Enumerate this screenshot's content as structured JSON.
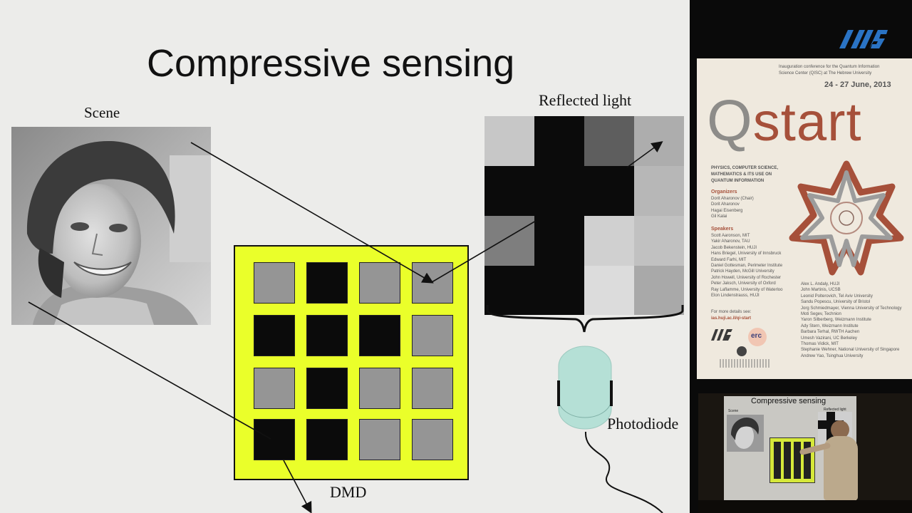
{
  "slide": {
    "title": "Compressive sensing",
    "scene_label": "Scene",
    "reflected_label": "Reflected light",
    "photodiode_label": "Photodiode",
    "dmd_label": "DMD",
    "dmd_pattern": [
      [
        "gray",
        "black",
        "gray",
        "gray"
      ],
      [
        "black",
        "black",
        "black",
        "gray"
      ],
      [
        "gray",
        "black",
        "gray",
        "gray"
      ],
      [
        "black",
        "black",
        "gray",
        "gray"
      ]
    ],
    "colors": {
      "dmd_background": "#eaff2a",
      "photodiode": "#b5e0d6",
      "cell_black": "#0b0b0b",
      "cell_gray": "#959595"
    }
  },
  "poster": {
    "tagline_1": "Inauguration conference for the Quantum Information",
    "tagline_2": "Science Center (QISC) at The Hebrew University",
    "dates": "24 - 27 June, 2013",
    "brand": "Qstart",
    "topics": [
      "PHYSICS, COMPUTER SCIENCE,",
      "MATHEMATICS & ITS USE ON",
      "QUANTUM INFORMATION"
    ],
    "organizers_heading": "Organizers",
    "organizers": [
      "Dorit Aharonov (Chair)",
      "Dorit Aharonov",
      "Hagai Eisenberg",
      "Gil Kalai"
    ],
    "speakers_heading": "Speakers",
    "speakers_left": [
      "Scott Aaronson, MIT",
      "Yakir Aharonov, TAU",
      "Jacob Bekenstein, HUJI",
      "Hans Briegel, University of Innsbruck",
      "Edward Farhi, MIT",
      "Daniel Gottesman, Perimeter Institute",
      "Patrick Hayden, McGill University",
      "John Howell, University of Rochester",
      "Peter Jaksch, University of Oxford",
      "Ray Laflamme, University of Waterloo",
      "Elon Lindenstrauss, HUJI"
    ],
    "speakers_right": [
      "Alex L. Andaly, HUJI",
      "John Martinis, UCSB",
      "Leonid Polterovich, Tel Aviv University",
      "Sandu Popescu, University of Bristol",
      "Jorg Schmiedmayer, Vienna University of Technology",
      "Moti Segev, Technion",
      "Yaron Silberberg, Weizmann Institute",
      "Ady Stern, Weizmann Institute",
      "Barbara Terhal, RWTH Aachen",
      "Umesh Vazirani, UC Berkeley",
      "Thomas Vidick, MIT",
      "Stephanie Wehner, National University of Singapore",
      "Andrew Yao, Tsinghua University"
    ],
    "details_heading": "For more details see:",
    "details_url": "ias.huji.ac.il/qi-start",
    "logo_erc": "erc",
    "brand_colors": {
      "q": "#8d8c89",
      "start": "#a6503a"
    }
  },
  "video": {
    "slide_title": "Compressive sensing",
    "scene_label": "Scene",
    "reflected_label": "Reflected light"
  }
}
